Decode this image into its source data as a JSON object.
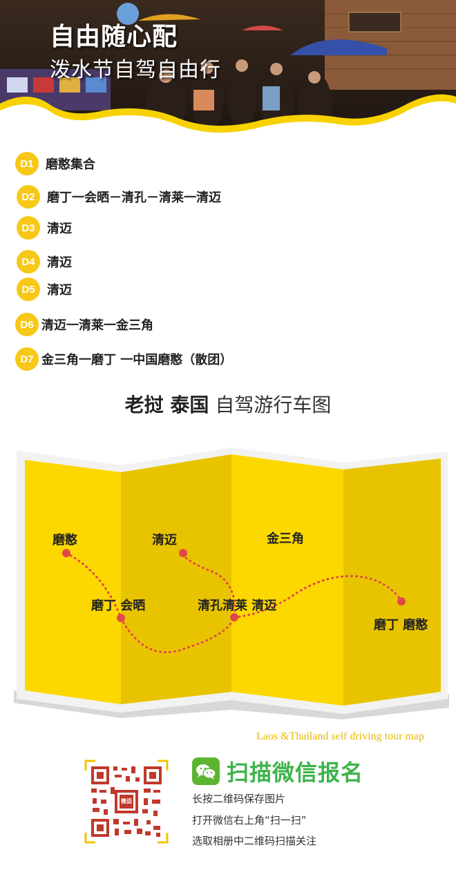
{
  "hero": {
    "title": "自由随心配",
    "subtitle": "泼水节自驾自由行"
  },
  "itinerary": [
    {
      "day": "D1",
      "route": "磨憨集合"
    },
    {
      "day": "D2",
      "route": "磨丁一会晒－清孔－清莱一清迈"
    },
    {
      "day": "D3",
      "route": "清迈"
    },
    {
      "day": "D4",
      "route": "清迈"
    },
    {
      "day": "D5",
      "route": "清迈"
    },
    {
      "day": "D6",
      "route": "清迈一清莱一金三角"
    },
    {
      "day": "D7",
      "route": "金三角一磨丁 一中国磨憨（散团）"
    }
  ],
  "map_title": {
    "bold": "老挝  泰国",
    "regular": "自驾游行车图"
  },
  "map": {
    "cities": {
      "mohan": "磨憨",
      "chiangmai": "清迈",
      "golden_triangle": "金三角",
      "boten_huayxay": "磨丁 会晒",
      "chiangkhong": "清孔清莱 清迈",
      "boten_mohan": "磨丁 磨憨"
    },
    "caption_en": "Laos &Thailand  self driving tour map"
  },
  "signup": {
    "title": "扫描微信报名",
    "tips": [
      "长按二维码保存图片",
      "打开微信右上角“扫一扫”",
      "选取相册中二维码扫描关注"
    ],
    "qr_logo_text": "微迈"
  },
  "colors": {
    "accent_yellow": "#f7c817",
    "map_yellow": "#f9d300",
    "route_red": "#e04848",
    "wechat_green": "#3db34a"
  }
}
